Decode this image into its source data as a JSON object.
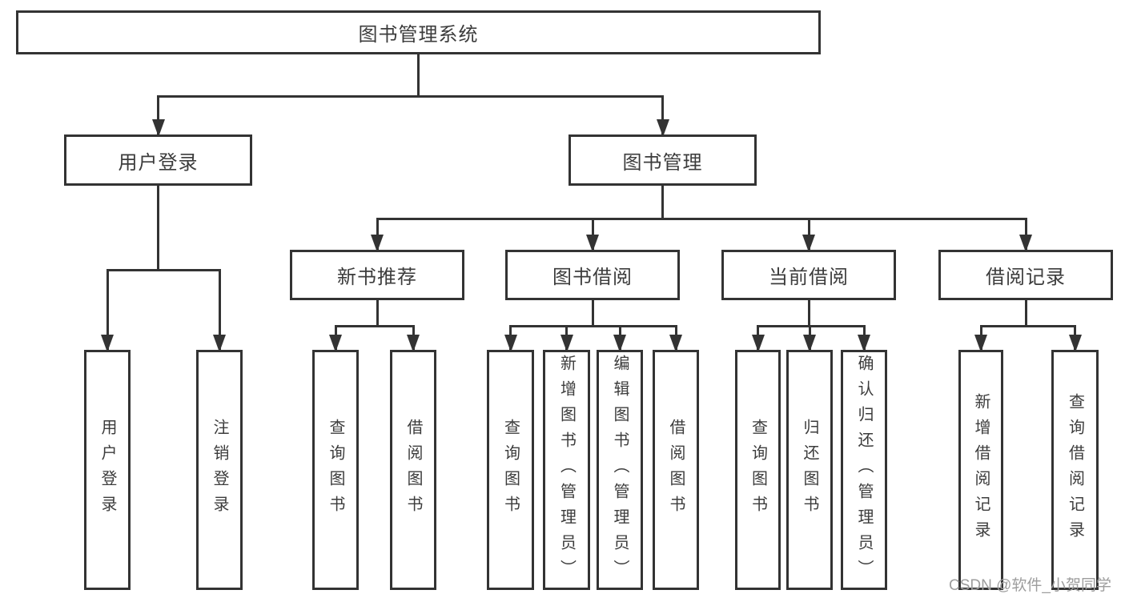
{
  "diagram": {
    "title": "图书管理系统",
    "watermark": "CSDN @软件_小贺同学",
    "colors": {
      "line": "#333333",
      "box_border": "#333333",
      "box_fill": "#ffffff",
      "text": "#3c3c3c",
      "watermark": "#9d9d9d",
      "background": "#ffffff"
    },
    "nodes": [
      {
        "id": "root",
        "label": "图书管理系统",
        "orientation": "horizontal",
        "parent": null
      },
      {
        "id": "user-login",
        "label": "用户登录",
        "orientation": "horizontal",
        "parent": "root"
      },
      {
        "id": "book-mgmt",
        "label": "图书管理",
        "orientation": "horizontal",
        "parent": "root"
      },
      {
        "id": "nbr",
        "label": "新书推荐",
        "orientation": "horizontal",
        "parent": "book-mgmt"
      },
      {
        "id": "bb",
        "label": "图书借阅",
        "orientation": "horizontal",
        "parent": "book-mgmt"
      },
      {
        "id": "cb",
        "label": "当前借阅",
        "orientation": "horizontal",
        "parent": "book-mgmt"
      },
      {
        "id": "br",
        "label": "借阅记录",
        "orientation": "horizontal",
        "parent": "book-mgmt"
      },
      {
        "id": "ul-login",
        "label": "用户登录",
        "orientation": "vertical",
        "parent": "user-login"
      },
      {
        "id": "ul-logout",
        "label": "注销登录",
        "orientation": "vertical",
        "parent": "user-login"
      },
      {
        "id": "nbr-query",
        "label": "查询图书",
        "orientation": "vertical",
        "parent": "nbr"
      },
      {
        "id": "nbr-borrow",
        "label": "借阅图书",
        "orientation": "vertical",
        "parent": "nbr"
      },
      {
        "id": "bb-query",
        "label": "查询图书",
        "orientation": "vertical",
        "parent": "bb"
      },
      {
        "id": "bb-add",
        "label": "新增图书（管理员）",
        "orientation": "vertical",
        "parent": "bb"
      },
      {
        "id": "bb-edit",
        "label": "编辑图书（管理员）",
        "orientation": "vertical",
        "parent": "bb"
      },
      {
        "id": "bb-borrow",
        "label": "借阅图书",
        "orientation": "vertical",
        "parent": "bb"
      },
      {
        "id": "cb-query",
        "label": "查询图书",
        "orientation": "vertical",
        "parent": "cb"
      },
      {
        "id": "cb-return",
        "label": "归还图书",
        "orientation": "vertical",
        "parent": "cb"
      },
      {
        "id": "cb-confirm",
        "label": "确认归还（管理员）",
        "orientation": "vertical",
        "parent": "cb"
      },
      {
        "id": "br-add",
        "label": "新增借阅记录",
        "orientation": "vertical",
        "parent": "br"
      },
      {
        "id": "br-query",
        "label": "查询借阅记录",
        "orientation": "vertical",
        "parent": "br"
      }
    ]
  }
}
